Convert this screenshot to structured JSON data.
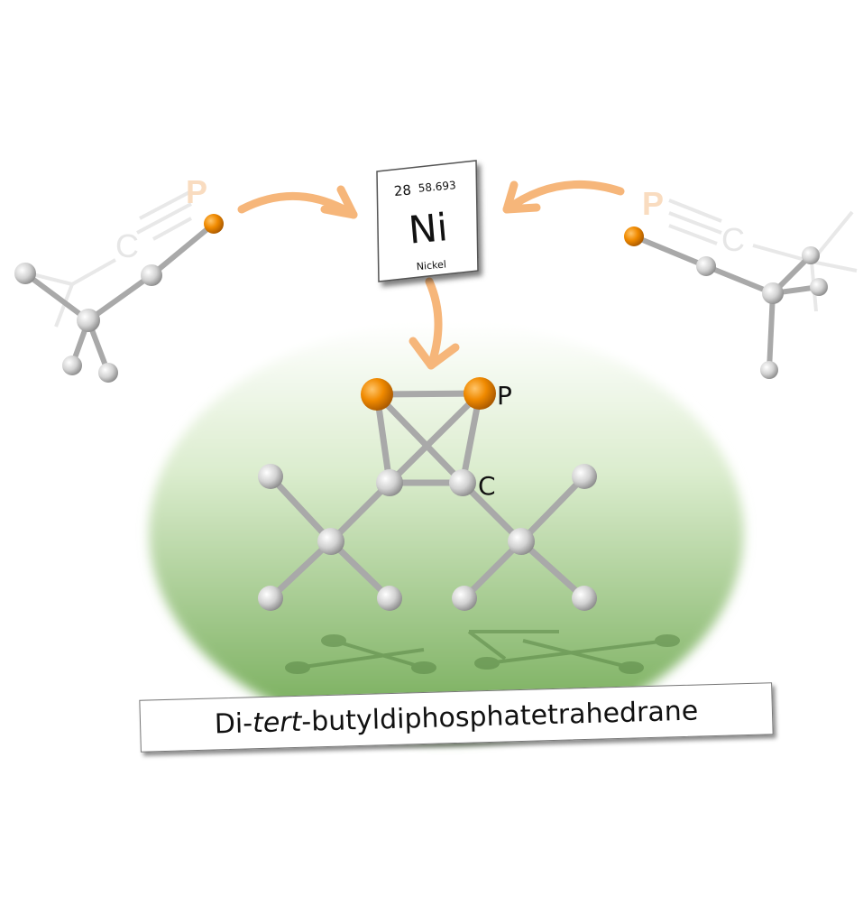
{
  "element_card": {
    "atomic_number": "28",
    "atomic_mass": "58.693",
    "symbol": "Ni",
    "name": "Nickel"
  },
  "left_reactant": {
    "label_c": "C",
    "label_p": "P"
  },
  "right_reactant": {
    "label_p": "P",
    "label_c": "C"
  },
  "product": {
    "label_p": "P",
    "label_c": "C"
  },
  "product_name": {
    "prefix": "Di-",
    "italic": "tert",
    "suffix": "-butyldiphosphatetrahedrane"
  },
  "colors": {
    "phosphorus": "#f08a00",
    "carbon": "#cfcfcf",
    "arrow": "#f6b67a",
    "halo": "#7fb960"
  }
}
